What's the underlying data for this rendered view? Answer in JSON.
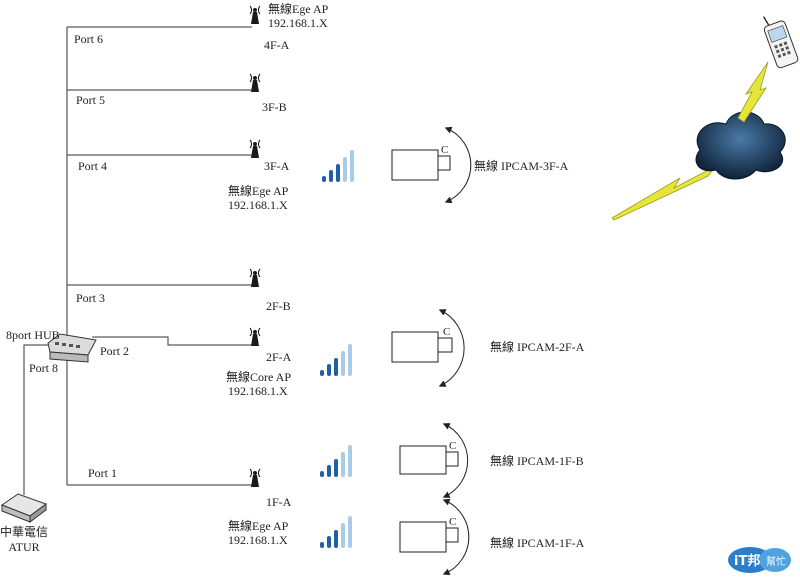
{
  "hub": {
    "label": "8port HUB"
  },
  "atur": {
    "label_line1": "中華電信",
    "label_line2": "ATUR"
  },
  "ports": {
    "p1": "Port 1",
    "p2": "Port 2",
    "p3": "Port 3",
    "p4": "Port 4",
    "p5": "Port 5",
    "p6": "Port 6",
    "p8": "Port 8"
  },
  "aps": {
    "ap_4fa": {
      "name": "4F-A",
      "type": "無線Ege AP",
      "ip": "192.168.1.X"
    },
    "ap_3fb": {
      "name": "3F-B"
    },
    "ap_3fa": {
      "name": "3F-A",
      "type": "無線Ege AP",
      "ip": "192.168.1.X"
    },
    "ap_2fb": {
      "name": "2F-B"
    },
    "ap_2fa": {
      "name": "2F-A",
      "type": "無線Core AP",
      "ip": "192.168.1.X"
    },
    "ap_1fa": {
      "name": "1F-A",
      "type": "無線Ege AP",
      "ip": "192.168.1.X"
    }
  },
  "cameras": {
    "cam_3fa": {
      "label": "無線 IPCAM-3F-A",
      "lens": "C"
    },
    "cam_2fa": {
      "label": "無線 IPCAM-2F-A",
      "lens": "C"
    },
    "cam_1fb": {
      "label": "無線 IPCAM-1F-B",
      "lens": "C"
    },
    "cam_1fa": {
      "label": "無線 IPCAM-1F-A",
      "lens": "C"
    }
  },
  "logo": {
    "text": "iT邦",
    "subtext": "幫忙"
  },
  "colors": {
    "line": "#333333",
    "signal_dark": "#1f5fa8",
    "signal_light": "#a9cbe8",
    "lightning": "#e6e63a",
    "cloud": "#1b3553",
    "logo_blue": "#2a7fc9"
  }
}
